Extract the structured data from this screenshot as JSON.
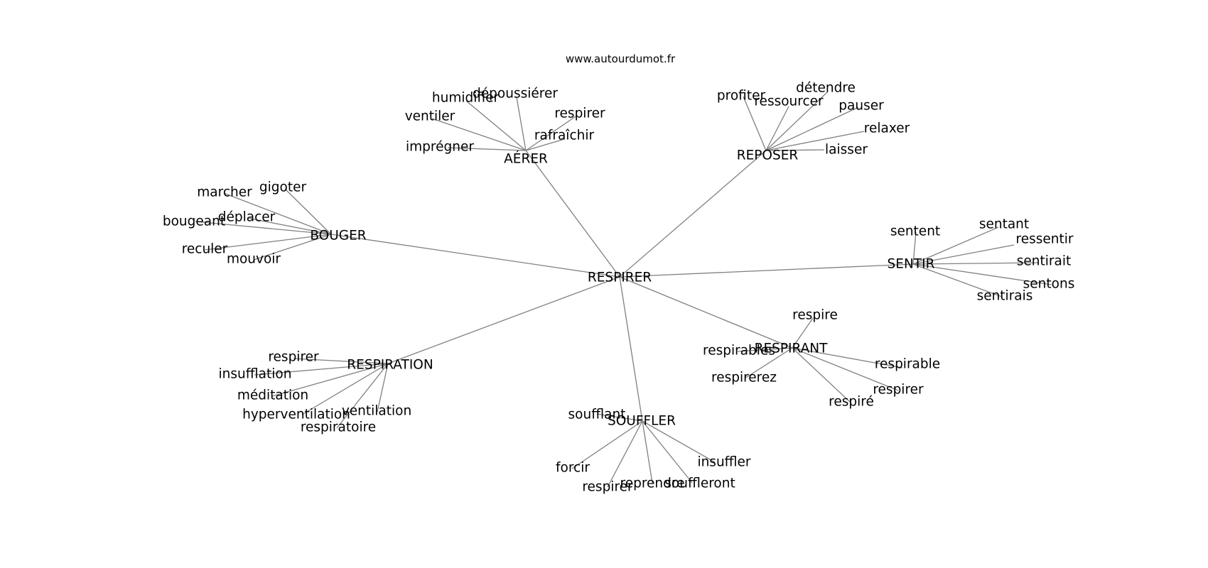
{
  "source": "www.autourdumot.fr",
  "graph": {
    "center": "RESPIRER",
    "groups": [
      {
        "hub": "AÉRER",
        "words": [
          "dépoussiérer",
          "humidifier",
          "ventiler",
          "respirer",
          "rafraîchir",
          "imprégner"
        ]
      },
      {
        "hub": "REPOSER",
        "words": [
          "détendre",
          "profiter",
          "ressourcer",
          "pauser",
          "relaxer",
          "laisser"
        ]
      },
      {
        "hub": "BOUGER",
        "words": [
          "gigoter",
          "marcher",
          "déplacer",
          "bougeant",
          "reculer",
          "mouvoir"
        ]
      },
      {
        "hub": "SENTIR",
        "words": [
          "sentent",
          "sentant",
          "ressentir",
          "sentirait",
          "sentons",
          "sentirais"
        ]
      },
      {
        "hub": "RESPIRATION",
        "words": [
          "respirer",
          "insufflation",
          "méditation",
          "hyperventilation",
          "ventilation",
          "respiratoire"
        ]
      },
      {
        "hub": "RESPIRANT",
        "words": [
          "respire",
          "respirables",
          "respirable",
          "respirerez",
          "respirer",
          "respiré"
        ]
      },
      {
        "hub": "SOUFFLER",
        "words": [
          "soufflant",
          "forcir",
          "respirer",
          "reprendre",
          "souffleront",
          "insuffler"
        ]
      }
    ]
  }
}
